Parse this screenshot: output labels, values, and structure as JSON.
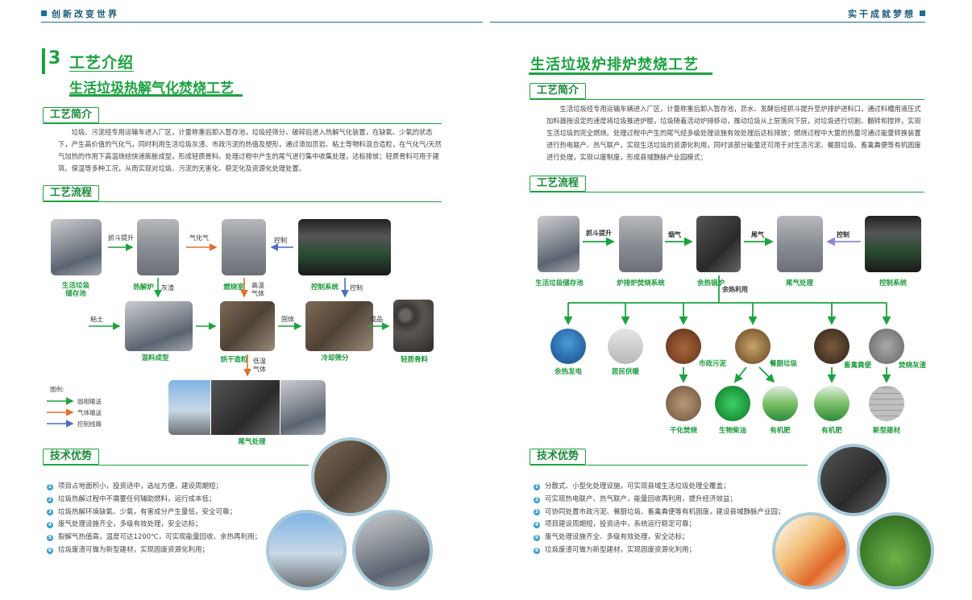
{
  "header": {
    "left": "创新改变世界",
    "right": "实干成就梦想"
  },
  "left": {
    "number": "3",
    "title": "工艺介绍",
    "subtitle": "生活垃圾热解气化焚烧工艺",
    "intro_tag": "工艺简介",
    "intro_text": "垃圾、污泥经专用运输车进入厂区，计量称重后卸入暂存池，垃圾经筛分、破碎后进入热解气化装置，在缺氧、少氧的状态下，产生高价值的气化气，同时利用生活垃圾灰渣、市政污泥的热值及塑形，通过添加页岩、粘土等物料混合造粒，在气化气/天然气加热的作用下高温烧结快速膨胀成型，形成轻质骨料。处理过程中产生的尾气进行集中收集处理，达标排放；轻质骨料可用于建筑、保温等多种工况，从而实现对垃圾、污泥的无害化、稳定化及资源化处理处置。",
    "flow_tag": "工艺流程",
    "flow": {
      "storage": "生活垃圾\n储存池",
      "pyrolysis": "热解炉",
      "combustion": "燃烧室",
      "control": "控制系统",
      "mixing": "混料成型",
      "drying": "烘干造粒",
      "cooling": "冷却筛分",
      "aggregate": "轻质骨料",
      "tailgas": "尾气处理",
      "a_grab": "抓斗提升",
      "a_gas": "气化气",
      "a_ctrl1": "控制",
      "a_ash": "灰渣",
      "a_hotgas": "高温\n气体",
      "a_ctrl2": "控制",
      "a_clay": "粘土",
      "a_solid": "固体",
      "a_product": "成品",
      "a_lowgas": "低温\n气体"
    },
    "legend": {
      "title": "图例:",
      "solid": "固相输送",
      "gas": "气体输送",
      "control": "控制线路"
    },
    "adv_tag": "技术优势",
    "advantages": [
      "项目占地面积小，投资适中，选址方便，建设周期短；",
      "垃圾热解过程中不需要任何辅助燃料，运行成本低；",
      "垃圾热解环境缺氧、少氧，有害成分产生量低，安全可靠；",
      "废气处理设施齐全，多级有效处理，安全达标；",
      "裂解气热值高，温度可达1200℃，可实现能量回收、余热再利用；",
      "垃圾废渣可做为新型建材，实现固废资源化利用；"
    ]
  },
  "right": {
    "title": "生活垃圾炉排炉焚烧工艺",
    "intro_tag": "工艺简介",
    "intro_text": "生活垃圾经专用运输车辆进入厂区，计量称重后卸入暂存池，沥水、发酵后经抓斗提升至炉排炉进料口，通过料槽用液压式加料器按设定的速度将垃圾推进炉膛，垃圾随着活动炉排移动，推动垃圾从上层落向下层，对垃圾进行切割、翻转和搅拌，实现生活垃圾的完全燃烧。处理过程中产生的尾气经多级处理设施有效处理后达标排放；燃烧过程中大量的热量可通过能量转换装置进行热电联产、热气联产，实现生活垃圾的资源化利用，同时该部分能量还可用于对生活污泥、餐厨垃圾、畜禽粪便等有机固废进行处理，实现以废制废，形成县域静脉产业园模式；",
    "flow_tag": "工艺流程",
    "flow": {
      "storage": "生活垃圾储存池",
      "grate": "炉排炉焚烧系统",
      "boiler": "余热锅炉",
      "tailgas": "尾气处理",
      "control": "控制系统",
      "a_grab": "抓斗提升",
      "a_flue": "烟气",
      "a_tail": "尾气",
      "a_ctrl": "控制",
      "a_heat": "余热利用",
      "power": "余热发电",
      "heating": "居民供暖",
      "sludge": "市政污泥",
      "kitchen": "餐厨垃圾",
      "manure": "畜禽粪便",
      "ash": "焚烧灰渣",
      "ceramsite": "干化焚烧",
      "biodiesel": "生物柴油",
      "fert1": "有机肥",
      "fert2": "有机肥",
      "newmat": "新型建材"
    },
    "adv_tag": "技术优势",
    "advantages": [
      "分散式、小型化处理设施，可实现县域生活垃圾处理全覆盖；",
      "可实现热电联产、热气联产，能量回收再利用，提升经济效益；",
      "可协同处置市政污泥、餐厨垃圾、畜禽粪便等有机固废，建设县域静脉产业园；",
      "项目建设周期短，投资适中，系统运行稳定可靠；",
      "废气处理设施齐全、多级有效处理，安全达标；",
      "垃圾废渣可做为新型建材，实现固废资源化利用；"
    ]
  },
  "colors": {
    "green": "#1aa33f",
    "gas_arrow": "#e0702a",
    "ctrl_arrow": "#4a6ec4",
    "header_blue": "#1a6e9a"
  }
}
